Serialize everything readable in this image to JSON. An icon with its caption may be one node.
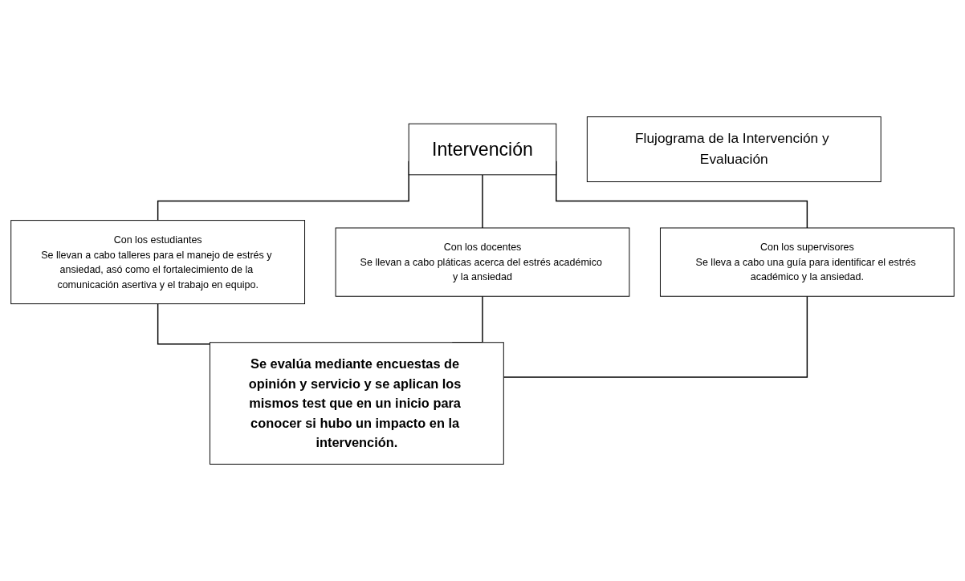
{
  "diagram": {
    "nodes": [
      {
        "text": [
          "Flujograma de la Intervención y Evaluación"
        ]
      },
      {
        "text": [
          "Intervención"
        ]
      },
      {
        "text": [
          "Con los estudiantes",
          "Se llevan a cabo talleres para el manejo de estrés y ansiedad, asó como el fortalecimiento de la comunicación asertiva y el trabajo en equipo."
        ]
      },
      {
        "text": [
          "Con los docentes",
          "Se llevan a cabo pláticas acerca del estrés académico y la ansiedad"
        ]
      },
      {
        "text": [
          "Con los supervisores",
          "Se lleva a cabo una guía para identificar el estrés académico y la ansiedad."
        ]
      },
      {
        "text": [
          "Se evalúa mediante encuestas de opinión y servicio y se aplican los mismos test que en un inicio para conocer si hubo un impacto en la intervención."
        ]
      }
    ],
    "edges": [
      {
        "from": 1,
        "to": 2,
        "arrow": "none"
      },
      {
        "from": 1,
        "to": 3,
        "arrow": "none"
      },
      {
        "from": 1,
        "to": 4,
        "arrow": "none"
      },
      {
        "from": 2,
        "to": 5,
        "arrow": "none"
      },
      {
        "from": 3,
        "to": 5,
        "arrow": "none"
      },
      {
        "from": 4,
        "to": 5,
        "arrow": "none"
      }
    ]
  }
}
